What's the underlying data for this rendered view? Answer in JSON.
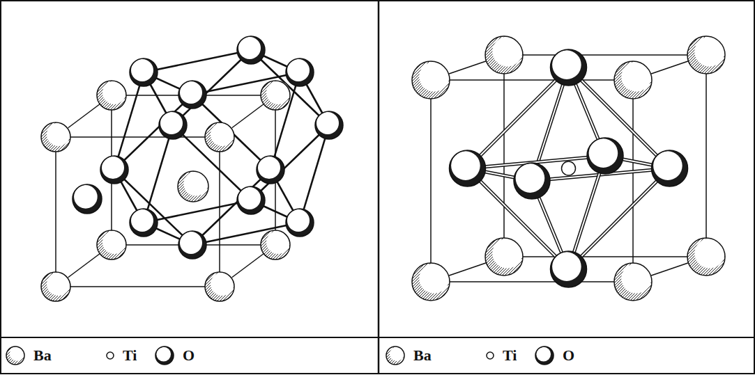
{
  "diagram": {
    "legend": [
      {
        "text": "Ba"
      },
      {
        "text": "Ti"
      },
      {
        "text": "O"
      },
      {
        "text": "Ba"
      },
      {
        "text": "Ti"
      },
      {
        "text": "O"
      }
    ]
  }
}
